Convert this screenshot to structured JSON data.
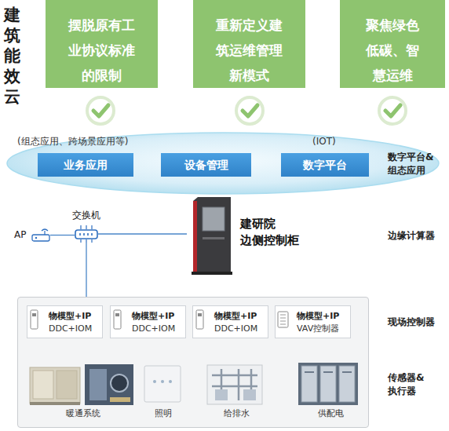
{
  "diagram": {
    "title": "建筑能效云",
    "nodes": [
      {
        "text": [
          "摆脱原有工业协议标准的限制"
        ]
      },
      {
        "text": [
          "重新定义建筑运维管理新模式"
        ]
      },
      {
        "text": [
          "聚焦绿色低碳、智慧运维"
        ]
      },
      {
        "text": [
          "(组态应用、跨场景应用等)",
          "(IOT)"
        ]
      },
      {
        "text": [
          "业务应用"
        ],
        "in": 3
      },
      {
        "text": [
          "设备管理"
        ],
        "in": 3
      },
      {
        "text": [
          "数字平台"
        ],
        "in": 3
      },
      {
        "text": [
          "AP"
        ]
      },
      {
        "text": [
          "交换机"
        ]
      },
      {
        "text": [
          "建研院 边侧控制柜"
        ]
      },
      {
        "text": []
      },
      {
        "text": [
          "物模型+IP",
          "DDC+IOM"
        ],
        "in": 10
      },
      {
        "text": [
          "物模型+IP",
          "DDC+IOM"
        ],
        "in": 10
      },
      {
        "text": [
          "物模型+IP",
          "DDC+IOM"
        ],
        "in": 10
      },
      {
        "text": [
          "物模型+IP",
          "VAV控制器"
        ],
        "in": 10
      }
    ],
    "edges": [
      {
        "from": 7,
        "to": 8,
        "arrow": "none"
      },
      {
        "from": 8,
        "to": 9,
        "arrow": "none"
      },
      {
        "from": 8,
        "to": 10,
        "arrow": "none"
      }
    ],
    "labels": [
      "数字平台& 组态应用",
      "边缘计算器",
      "现场控制器",
      "传感器& 执行器",
      "暖通系统",
      "照明",
      "给排水",
      "供配电"
    ]
  }
}
